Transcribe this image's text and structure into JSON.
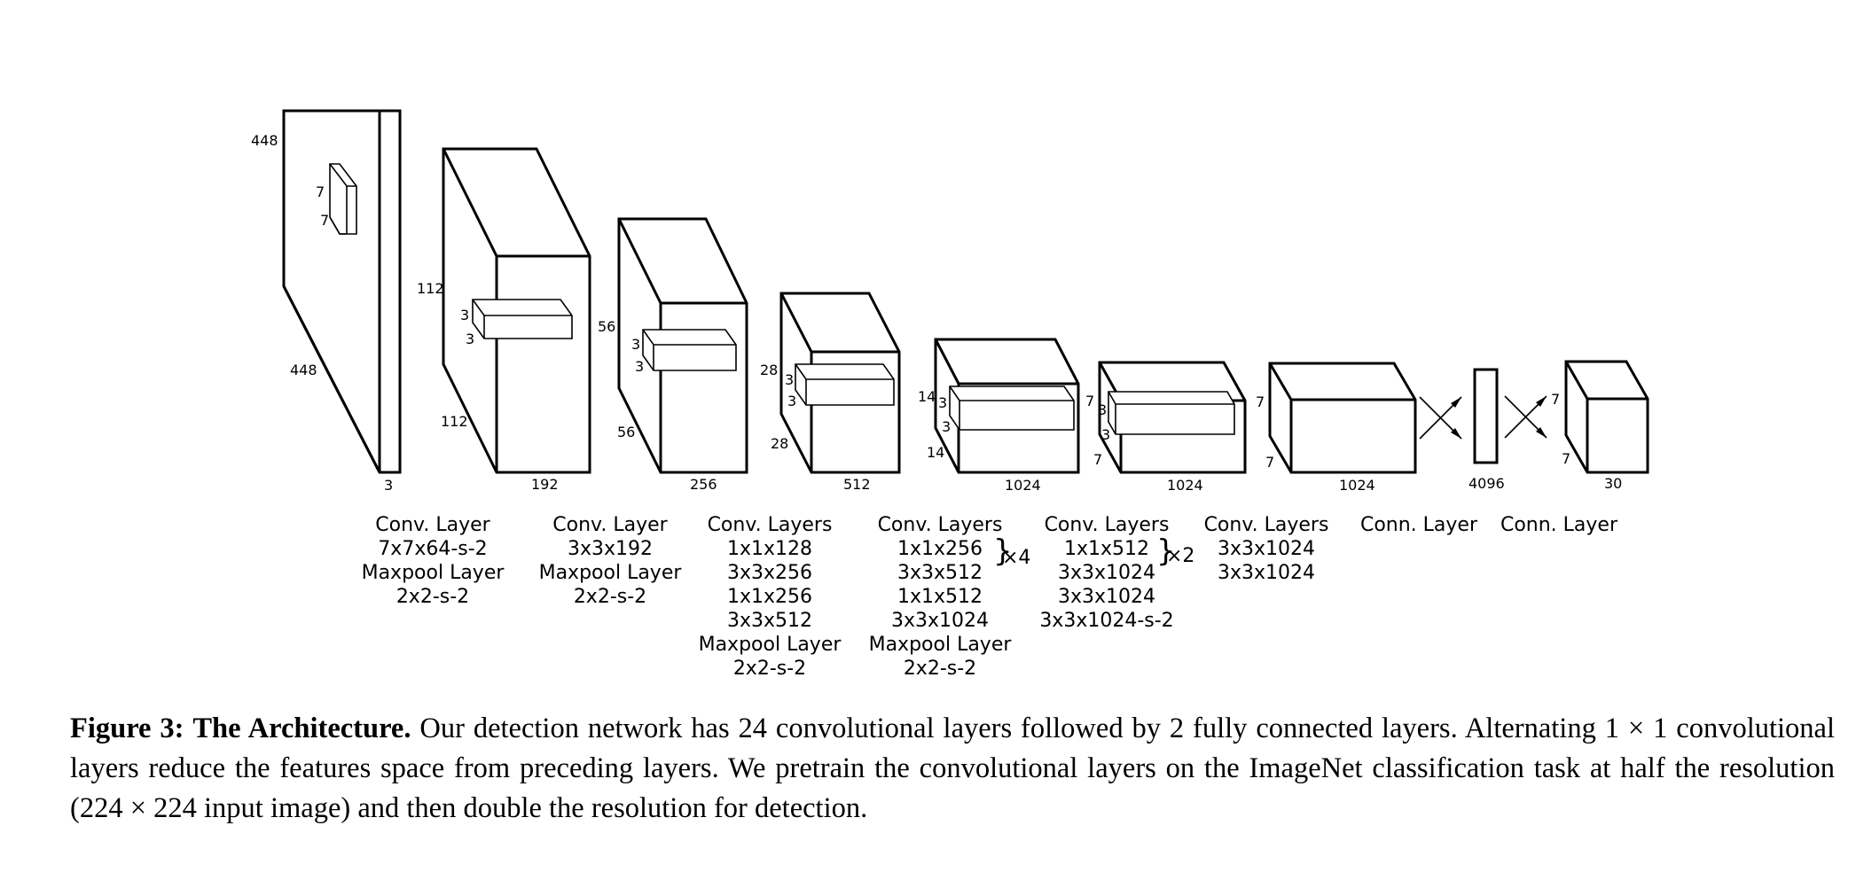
{
  "dimensions": {
    "input_448_top": "448",
    "input_448_side": "448",
    "input_3": "3",
    "k1_7a": "7",
    "k1_7b": "7",
    "b2_112_left": "112",
    "b2_112_side": "112",
    "b2_192": "192",
    "k2_3a": "3",
    "k2_3b": "3",
    "b3_56_left": "56",
    "b3_56_side": "56",
    "b3_256": "256",
    "k3_3a": "3",
    "k3_3b": "3",
    "b4_28_left": "28",
    "b4_28_side": "28",
    "b4_512": "512",
    "k4_3a": "3",
    "k4_3b": "3",
    "b5_14_left": "14",
    "b5_14_side": "14",
    "b5_1024": "1024",
    "k5_3a": "3",
    "k5_3b": "3",
    "b6_7_left": "7",
    "b6_7_side": "7",
    "b6_1024": "1024",
    "k6_3a": "3",
    "k6_3b": "3",
    "b7_7_left": "7",
    "b7_7_side": "7",
    "b7_1024": "1024",
    "fc_4096": "4096",
    "out_7a": "7",
    "out_7b": "7",
    "out_30": "30"
  },
  "layers": [
    {
      "lines": [
        "Conv. Layer",
        "7x7x64-s-2",
        "Maxpool Layer",
        "2x2-s-2"
      ]
    },
    {
      "lines": [
        "Conv. Layer",
        "3x3x192",
        "Maxpool Layer",
        "2x2-s-2"
      ]
    },
    {
      "lines": [
        "Conv. Layers",
        "1x1x128",
        "3x3x256",
        "1x1x256",
        "3x3x512",
        "Maxpool Layer",
        "2x2-s-2"
      ]
    },
    {
      "lines": [
        "Conv. Layers",
        "1x1x256",
        "3x3x512",
        "1x1x512",
        "3x3x1024",
        "Maxpool Layer",
        "2x2-s-2"
      ],
      "repeat": "×4"
    },
    {
      "lines": [
        "Conv. Layers",
        "1x1x512",
        "3x3x1024",
        "3x3x1024",
        "3x3x1024-s-2"
      ],
      "repeat": "×2"
    },
    {
      "lines": [
        "Conv. Layers",
        "3x3x1024",
        "3x3x1024"
      ]
    },
    {
      "lines": [
        "Conn. Layer"
      ]
    },
    {
      "lines": [
        "Conn. Layer"
      ]
    }
  ],
  "caption": {
    "label": "Figure 3:",
    "title": "The Architecture.",
    "text": "Our detection network has 24 convolutional layers followed by 2 fully connected layers. Alternating 1 × 1 convolutional layers reduce the features space from preceding layers. We pretrain the convolutional layers on the ImageNet classification task at half the resolution (224 × 224 input image) and then double the resolution for detection."
  }
}
